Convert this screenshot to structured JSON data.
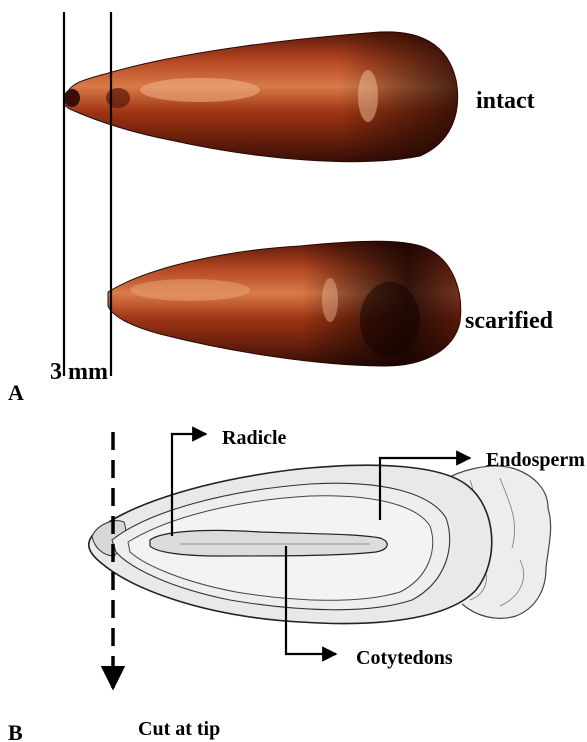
{
  "panel_a": {
    "panel_label": "A",
    "seed_labels": {
      "intact": "intact",
      "scarified": "scarified"
    },
    "scale_label": "3 mm"
  },
  "panel_b": {
    "panel_label": "B",
    "parts": {
      "radicle": "Radicle",
      "endosperm": "Endosperm",
      "cotyledons": "Cotytedons"
    },
    "cut_label": "Cut at tip"
  },
  "colors": {
    "seed_dark": "#3a0e06",
    "seed_mid": "#8a2a10",
    "seed_light": "#c4582c",
    "diagram_fill": "#e6e6e6",
    "ink": "#000000"
  }
}
